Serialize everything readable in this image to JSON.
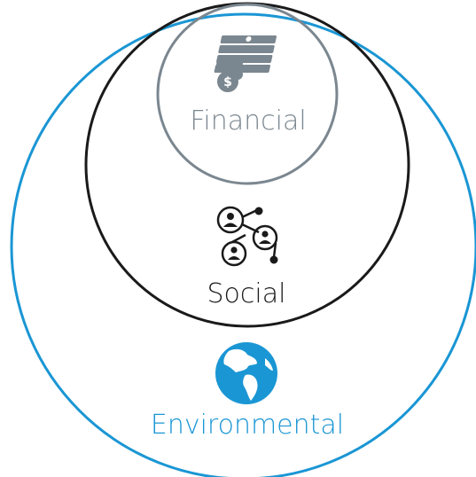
{
  "diagram": {
    "rings": [
      {
        "id": "environmental",
        "label": "Environmental",
        "color": "#1a96d4",
        "icon": "globe-icon"
      },
      {
        "id": "social",
        "label": "Social",
        "color": "#1a1a1a",
        "icon": "people-network-icon"
      },
      {
        "id": "financial",
        "label": "Financial",
        "color": "#7b8790",
        "icon": "money-stack-icon"
      }
    ]
  }
}
